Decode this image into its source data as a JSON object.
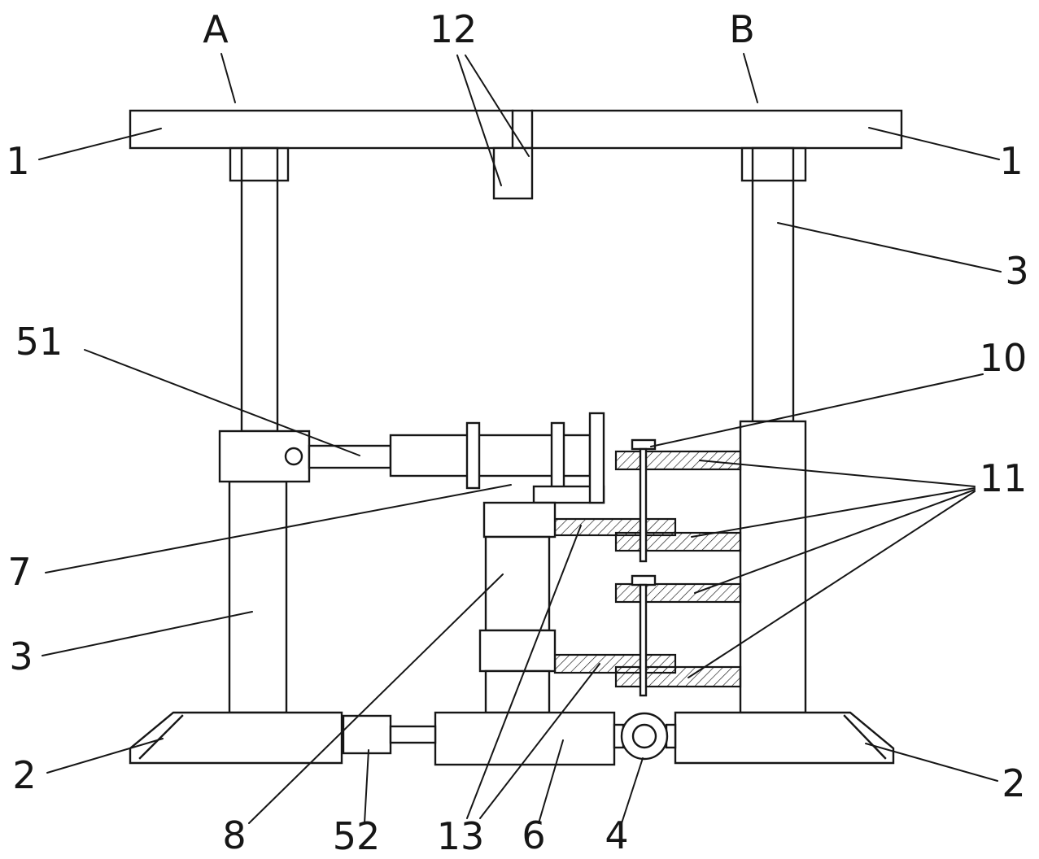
{
  "figure": {
    "kind": "patent-line-drawing",
    "background": "#ffffff",
    "line_color": "#161616",
    "labels": {
      "part_A": "A",
      "part_B": "B",
      "part_1": "1",
      "part_2": "2",
      "part_3": "3",
      "part_4": "4",
      "part_6": "6",
      "part_7": "7",
      "part_8": "8",
      "part_10": "10",
      "part_11": "11",
      "part_12": "12",
      "part_13": "13",
      "part_51": "51",
      "part_52": "52"
    }
  }
}
